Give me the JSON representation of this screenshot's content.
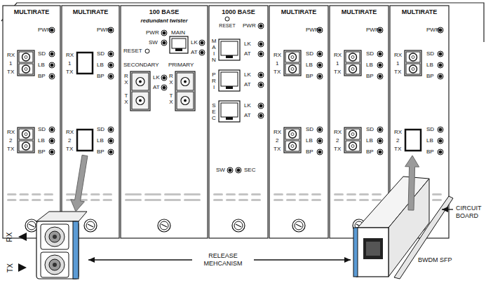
{
  "diagram": {
    "nodes": [
      {
        "text": [
          "MULTIRATE",
          "PWR",
          "RX",
          "1",
          "TX",
          "SD",
          "LB",
          "BP",
          "RX",
          "2",
          "TX",
          "SD",
          "LB",
          "BP"
        ]
      },
      {
        "text": [
          "MULTIRATE",
          "PWR",
          "RX",
          "1",
          "TX",
          "SD",
          "LB",
          "BP",
          "RX",
          "2",
          "TX",
          "SD",
          "LB",
          "BP"
        ]
      },
      {
        "text": [
          "100 BASE",
          "redundant twister",
          "PWR",
          "SW",
          "RESET",
          "MAIN",
          "LK",
          "AT",
          "SECONDARY",
          "PRIMARY",
          "R X",
          "T X",
          "LK",
          "AT",
          "R X",
          "T X"
        ]
      },
      {
        "text": [
          "1000 BASE",
          "RESET",
          "PWR",
          "M A I N",
          "LK",
          "AT",
          "P R I",
          "LK",
          "AT",
          "S E C",
          "LK",
          "AT",
          "SW",
          "SEC"
        ]
      },
      {
        "text": [
          "MULTIRATE",
          "PWR",
          "RX",
          "1",
          "TX",
          "SD",
          "LB",
          "BP",
          "RX",
          "2",
          "TX",
          "SD",
          "LB",
          "BP"
        ]
      },
      {
        "text": [
          "MULTIRATE",
          "PWR",
          "RX",
          "1",
          "TX",
          "SD",
          "LB",
          "BP",
          "RX",
          "2",
          "TX",
          "SD",
          "LB",
          "BP"
        ]
      },
      {
        "text": [
          "MULTIRATE",
          "PWR",
          "RX",
          "1",
          "TX",
          "SD",
          "LB",
          "BP",
          "RX",
          "2",
          "TX",
          "SD",
          "LB",
          "BP"
        ]
      }
    ],
    "labels": [
      "RX",
      "TX",
      "RELEASE MEHCANISM",
      "CIRCUIT BOARD",
      "BWDM SFP"
    ]
  }
}
